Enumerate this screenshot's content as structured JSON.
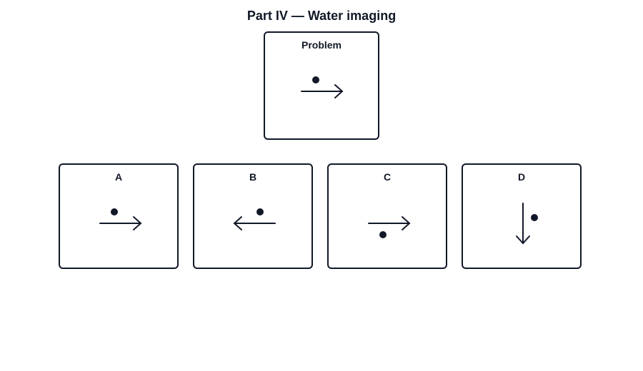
{
  "title": "Part IV — Water imaging",
  "problem": {
    "label": "Problem",
    "figure": {
      "arrow_direction": "right",
      "dot_position": "above-left of arrow"
    }
  },
  "options": [
    {
      "label": "A",
      "figure": {
        "arrow_direction": "right",
        "dot_position": "above-left of arrow"
      }
    },
    {
      "label": "B",
      "figure": {
        "arrow_direction": "left",
        "dot_position": "above-right of arrow"
      }
    },
    {
      "label": "C",
      "figure": {
        "arrow_direction": "right",
        "dot_position": "below-left of arrow"
      }
    },
    {
      "label": "D",
      "figure": {
        "arrow_direction": "down",
        "dot_position": "right of arrow"
      }
    }
  ],
  "colors": {
    "ink": "#111827",
    "background": "#ffffff"
  }
}
